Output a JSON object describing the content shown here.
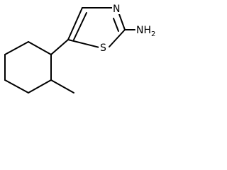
{
  "molecule": {
    "atoms": {
      "ring_nitrogen": "N",
      "ring_sulfur": "S",
      "amine": "NH",
      "amine_h_count": "2"
    },
    "colors": {
      "bond": "#000000",
      "text": "#000000",
      "background": "#ffffff"
    }
  }
}
